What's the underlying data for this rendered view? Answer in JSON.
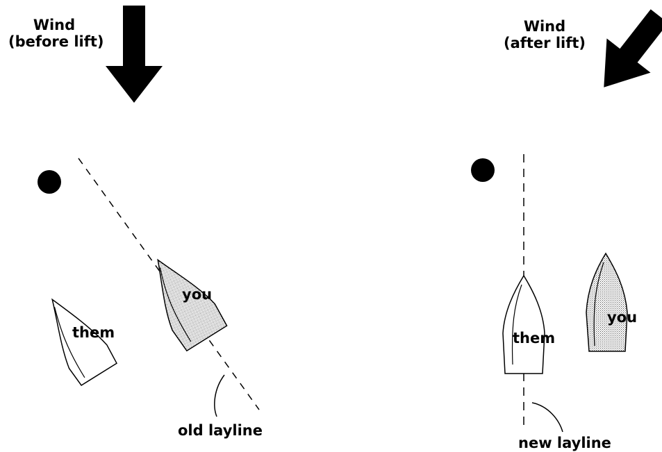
{
  "left_panel": {
    "wind_label_line1": "Wind",
    "wind_label_line2": "(before lift)",
    "boat_them_label": "them",
    "boat_you_label": "you",
    "layline_label": "old layline"
  },
  "right_panel": {
    "wind_label_line1": "Wind",
    "wind_label_line2": "(after lift)",
    "boat_them_label": "them",
    "boat_you_label": "you",
    "layline_label": "new layline"
  },
  "colors": {
    "ink": "#000000",
    "background": "#ffffff",
    "hull_fill": "#ffffff",
    "hull_stipple": "#9a9a9a"
  },
  "icons": [
    "wind-arrow-icon",
    "mark-icon",
    "sailboat-icon"
  ]
}
